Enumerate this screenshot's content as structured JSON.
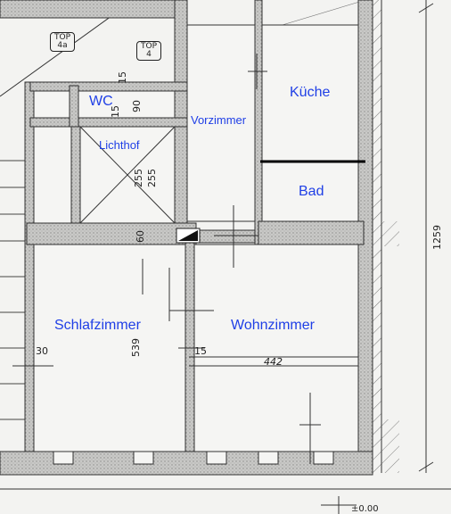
{
  "rooms": {
    "wc": "WC",
    "kueche": "Küche",
    "vorzimmer": "Vorzimmer",
    "lichthof": "Lichthof",
    "bad": "Bad",
    "schlafzimmer": "Schlafzimmer",
    "wohnzimmer": "Wohnzimmer"
  },
  "unit_tags": {
    "top_4a_line1": "TOP",
    "top_4a_line2": "4a",
    "top_4_line1": "TOP",
    "top_4_line2": "4"
  },
  "dimensions": {
    "d15_top": "15",
    "d90": "90",
    "d15_wc": "15",
    "d255_a": "255",
    "d255_b": "255",
    "d60": "60",
    "d539": "539",
    "d30": "30",
    "d15_mid": "15",
    "d442": "442",
    "d1259": "1259",
    "level": "±0.00"
  },
  "colors": {
    "label_blue": "#1f3fe6",
    "wall_fill": "#cfcfcd",
    "paper": "#f3f3f1"
  }
}
